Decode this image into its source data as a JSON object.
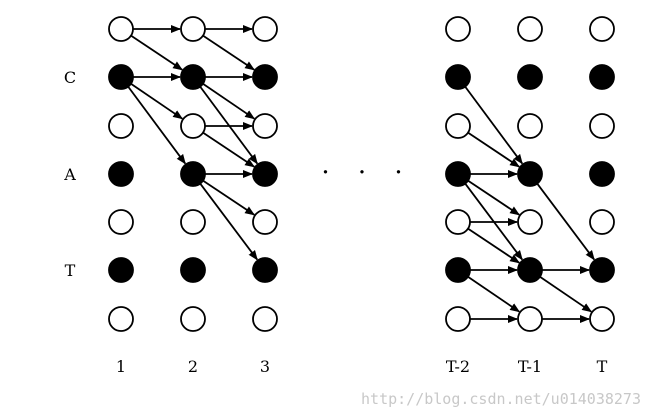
{
  "row_labels": [
    {
      "row": 1,
      "text": "C"
    },
    {
      "row": 3,
      "text": "A"
    },
    {
      "row": 5,
      "text": "T"
    }
  ],
  "columns": [
    {
      "id": "c1",
      "label": "1",
      "filled": [
        1,
        3,
        5
      ]
    },
    {
      "id": "c2",
      "label": "2",
      "filled": [
        1,
        3,
        5
      ]
    },
    {
      "id": "c3",
      "label": "3",
      "filled": [
        1,
        3,
        5
      ]
    },
    {
      "id": "ct2",
      "label": "T-2",
      "filled": [
        1,
        3,
        5
      ]
    },
    {
      "id": "ct1",
      "label": "T-1",
      "filled": [
        1,
        3,
        5
      ]
    },
    {
      "id": "ct",
      "label": "T",
      "filled": [
        1,
        3,
        5
      ]
    }
  ],
  "ellipsis": "· · ·",
  "edges": [
    [
      "c1",
      0,
      "c2",
      0
    ],
    [
      "c1",
      0,
      "c2",
      1
    ],
    [
      "c1",
      1,
      "c2",
      1
    ],
    [
      "c1",
      1,
      "c2",
      2
    ],
    [
      "c1",
      1,
      "c2",
      3
    ],
    [
      "c2",
      0,
      "c3",
      0
    ],
    [
      "c2",
      0,
      "c3",
      1
    ],
    [
      "c2",
      1,
      "c3",
      1
    ],
    [
      "c2",
      1,
      "c3",
      2
    ],
    [
      "c2",
      1,
      "c3",
      3
    ],
    [
      "c2",
      2,
      "c3",
      2
    ],
    [
      "c2",
      2,
      "c3",
      3
    ],
    [
      "c2",
      3,
      "c3",
      3
    ],
    [
      "c2",
      3,
      "c3",
      4
    ],
    [
      "c2",
      3,
      "c3",
      5
    ],
    [
      "ct2",
      1,
      "ct1",
      3
    ],
    [
      "ct2",
      2,
      "ct1",
      3
    ],
    [
      "ct2",
      3,
      "ct1",
      3
    ],
    [
      "ct2",
      3,
      "ct1",
      4
    ],
    [
      "ct2",
      3,
      "ct1",
      5
    ],
    [
      "ct2",
      4,
      "ct1",
      4
    ],
    [
      "ct2",
      4,
      "ct1",
      5
    ],
    [
      "ct2",
      5,
      "ct1",
      5
    ],
    [
      "ct2",
      5,
      "ct1",
      6
    ],
    [
      "ct2",
      6,
      "ct1",
      6
    ],
    [
      "ct1",
      3,
      "ct",
      5
    ],
    [
      "ct1",
      5,
      "ct",
      5
    ],
    [
      "ct1",
      5,
      "ct",
      6
    ],
    [
      "ct1",
      6,
      "ct",
      6
    ]
  ],
  "watermark": "http://blog.csdn.net/u014038273"
}
